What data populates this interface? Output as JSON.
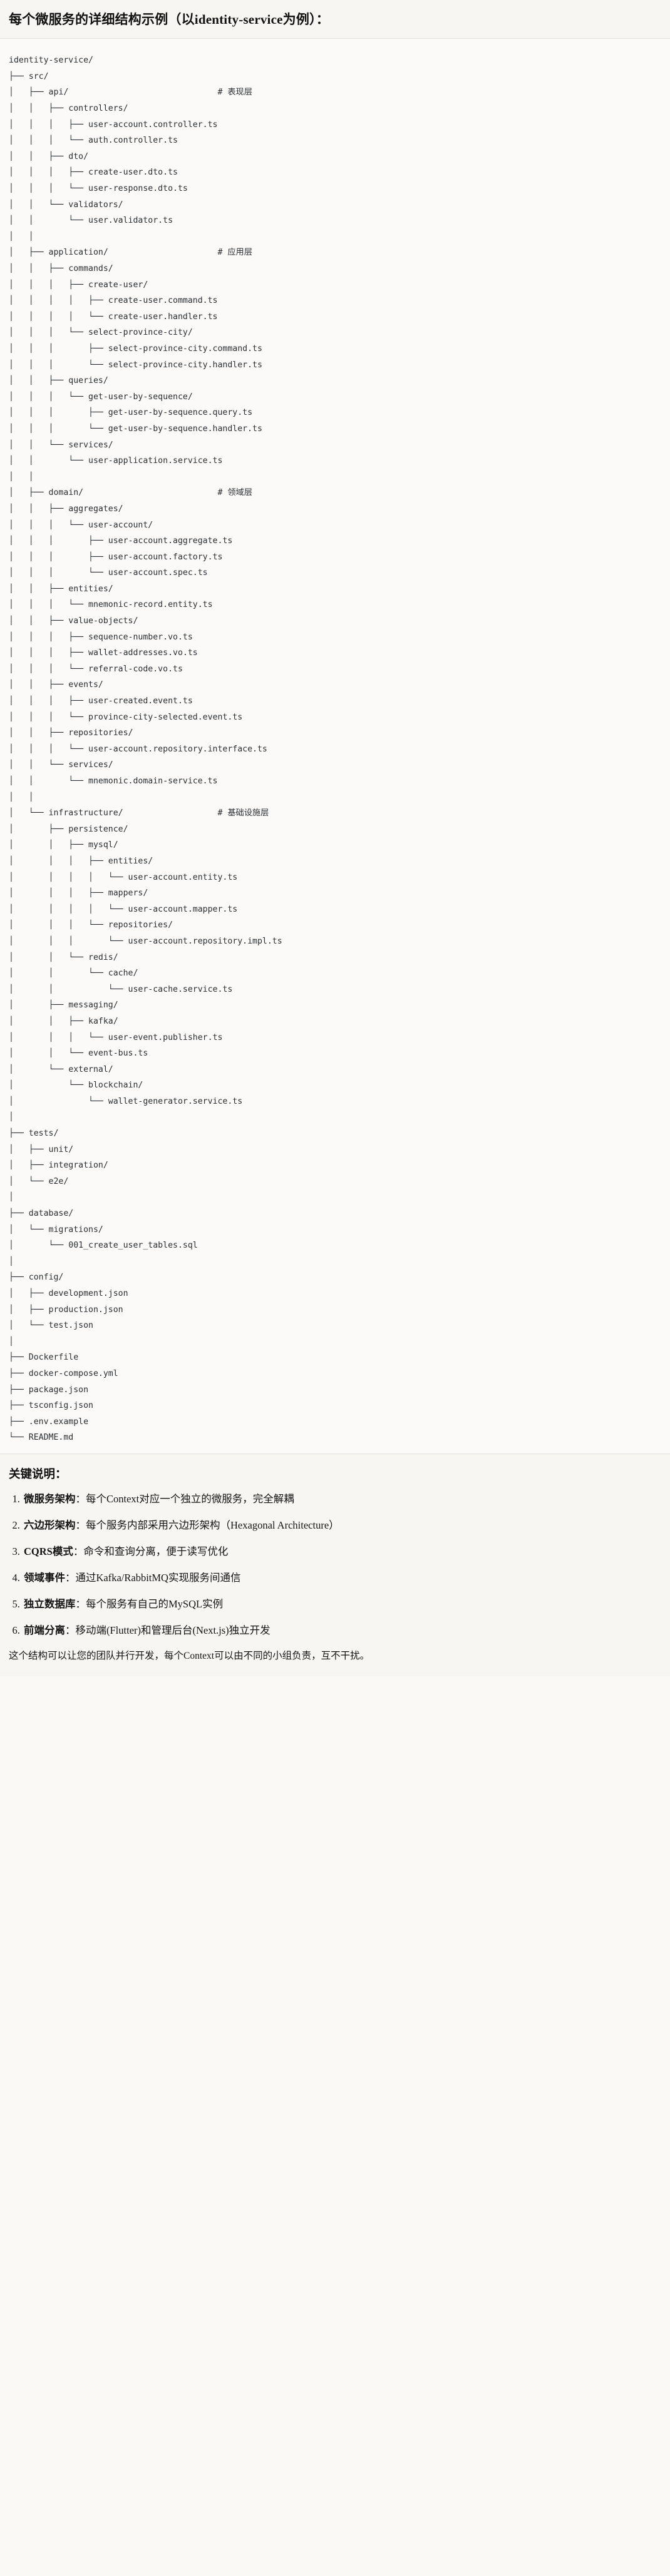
{
  "header": {
    "title": "每个微服务的详细结构示例（以identity-service为例）："
  },
  "tree": {
    "root": "identity-service/",
    "text": "identity-service/\n├── src/\n│   ├── api/                              # 表现层\n│   │   ├── controllers/\n│   │   │   ├── user-account.controller.ts\n│   │   │   └── auth.controller.ts\n│   │   ├── dto/\n│   │   │   ├── create-user.dto.ts\n│   │   │   └── user-response.dto.ts\n│   │   └── validators/\n│   │       └── user.validator.ts\n│   │\n│   ├── application/                      # 应用层\n│   │   ├── commands/\n│   │   │   ├── create-user/\n│   │   │   │   ├── create-user.command.ts\n│   │   │   │   └── create-user.handler.ts\n│   │   │   └── select-province-city/\n│   │   │       ├── select-province-city.command.ts\n│   │   │       └── select-province-city.handler.ts\n│   │   ├── queries/\n│   │   │   └── get-user-by-sequence/\n│   │   │       ├── get-user-by-sequence.query.ts\n│   │   │       └── get-user-by-sequence.handler.ts\n│   │   └── services/\n│   │       └── user-application.service.ts\n│   │\n│   ├── domain/                           # 领域层\n│   │   ├── aggregates/\n│   │   │   └── user-account/\n│   │   │       ├── user-account.aggregate.ts\n│   │   │       ├── user-account.factory.ts\n│   │   │       └── user-account.spec.ts\n│   │   ├── entities/\n│   │   │   └── mnemonic-record.entity.ts\n│   │   ├── value-objects/\n│   │   │   ├── sequence-number.vo.ts\n│   │   │   ├── wallet-addresses.vo.ts\n│   │   │   └── referral-code.vo.ts\n│   │   ├── events/\n│   │   │   ├── user-created.event.ts\n│   │   │   └── province-city-selected.event.ts\n│   │   ├── repositories/\n│   │   │   └── user-account.repository.interface.ts\n│   │   └── services/\n│   │       └── mnemonic.domain-service.ts\n│   │\n│   └── infrastructure/                   # 基础设施层\n│       ├── persistence/\n│       │   ├── mysql/\n│       │   │   ├── entities/\n│       │   │   │   └── user-account.entity.ts\n│       │   │   ├── mappers/\n│       │   │   │   └── user-account.mapper.ts\n│       │   │   └── repositories/\n│       │   │       └── user-account.repository.impl.ts\n│       │   └── redis/\n│       │       └── cache/\n│       │           └── user-cache.service.ts\n│       ├── messaging/\n│       │   ├── kafka/\n│       │   │   └── user-event.publisher.ts\n│       │   └── event-bus.ts\n│       └── external/\n│           └── blockchain/\n│               └── wallet-generator.service.ts\n│\n├── tests/\n│   ├── unit/\n│   ├── integration/\n│   └── e2e/\n│\n├── database/\n│   └── migrations/\n│       └── 001_create_user_tables.sql\n│\n├── config/\n│   ├── development.json\n│   ├── production.json\n│   └── test.json\n│\n├── Dockerfile\n├── docker-compose.yml\n├── package.json\n├── tsconfig.json\n├── .env.example\n└── README.md",
    "layer_comments": [
      "# 表现层",
      "# 应用层",
      "# 领域层",
      "# 基础设施层"
    ]
  },
  "notes": {
    "title": "关键说明：",
    "items": [
      {
        "key": "微服务架构",
        "sep": "：",
        "text": "每个Context对应一个独立的微服务，完全解耦"
      },
      {
        "key": "六边形架构",
        "sep": "：",
        "text": "每个服务内部采用六边形架构（Hexagonal Architecture）"
      },
      {
        "key": "CQRS模式",
        "sep": "：",
        "text": "命令和查询分离，便于读写优化"
      },
      {
        "key": "领域事件",
        "sep": "：",
        "text": "通过Kafka/RabbitMQ实现服务间通信"
      },
      {
        "key": "独立数据库",
        "sep": "：",
        "text": "每个服务有自己的MySQL实例"
      },
      {
        "key": "前端分离",
        "sep": "：",
        "text": "移动端(Flutter)和管理后台(Next.js)独立开发"
      }
    ],
    "closing": "这个结构可以让您的团队并行开发，每个Context可以由不同的小组负责，互不干扰。"
  }
}
